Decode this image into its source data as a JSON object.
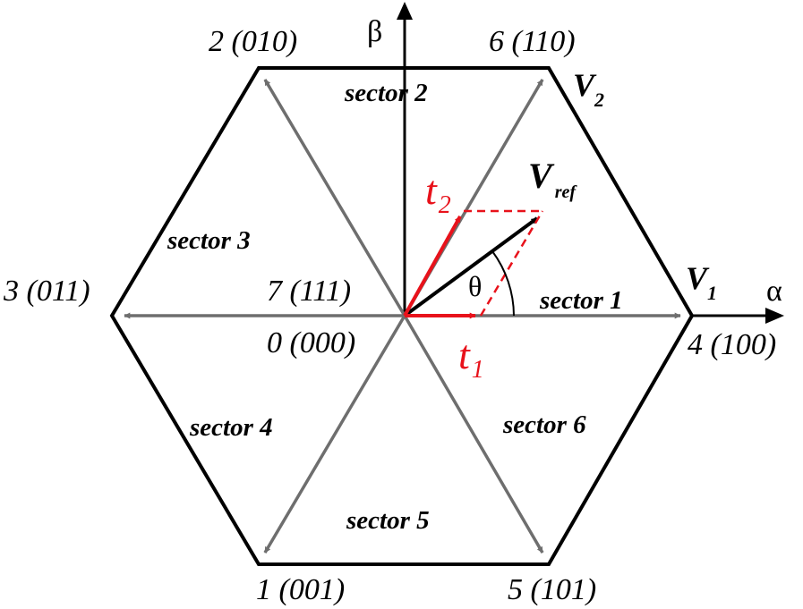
{
  "axes": {
    "alpha": "α",
    "beta": "β"
  },
  "vertices": {
    "v4": "4 (100)",
    "v6": "6 (110)",
    "v2": "2 (010)",
    "v3": "3 (011)",
    "v1": "1 (001)",
    "v5": "5 (101)",
    "zero7": "7 (111)",
    "zero0": "0 (000)"
  },
  "sectors": {
    "s1": "sector 1",
    "s2": "sector 2",
    "s3": "sector 3",
    "s4": "sector 4",
    "s5": "sector 5",
    "s6": "sector 6"
  },
  "vectors": {
    "v1_main": "V",
    "v1_sub": "1",
    "v2_main": "V",
    "v2_sub": "2",
    "vref_main": "V",
    "vref_sub": "ref",
    "t1_main": "t",
    "t1_sub": "1",
    "t2_main": "t",
    "t2_sub": "2",
    "theta": "θ"
  },
  "colors": {
    "hexagon": "#000000",
    "switching_vectors": "#6e6e6e",
    "reference": "#000000",
    "components": "#e8121b"
  }
}
